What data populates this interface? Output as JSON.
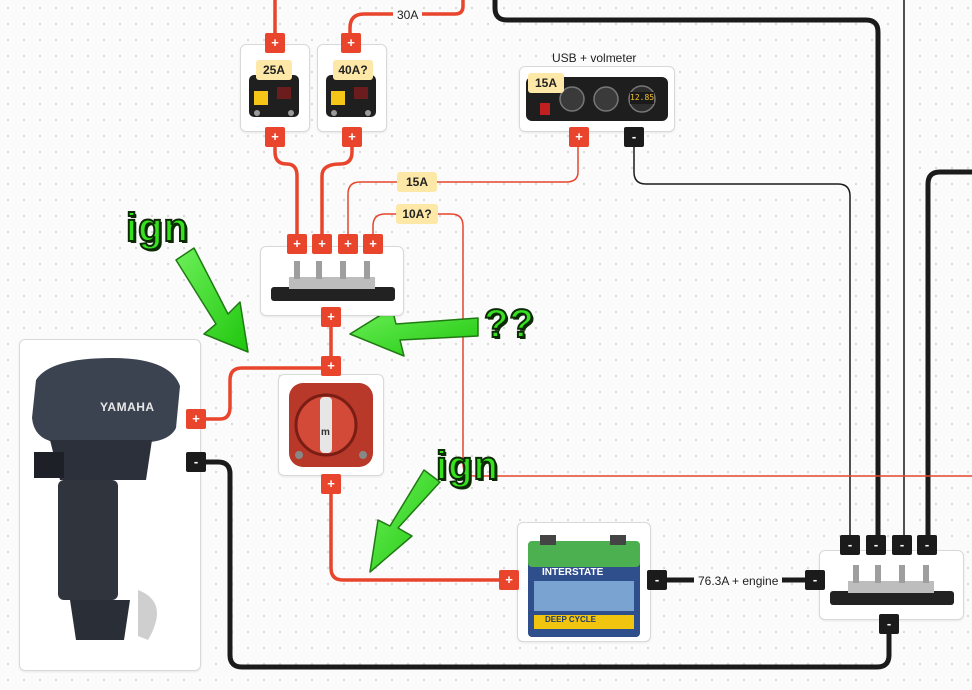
{
  "colors": {
    "positive": "#e8452c",
    "negative": "#1b1b1b",
    "tag": "#fde8a8",
    "annotation": "#36e21e"
  },
  "labels": {
    "usb_title": "USB + volmeter",
    "breaker_25": "25A",
    "breaker_40": "40A?",
    "usb_fuse": "15A",
    "wire_30": "30A",
    "wire_15": "15A",
    "wire_10": "10A?",
    "load_wire": "76.3A + engine"
  },
  "devices": {
    "engine_brand": "YAMAHA",
    "battery_brand": "INTERSTATE",
    "battery_type": "DEEP CYCLE",
    "usb_display": "12.85",
    "switch_mark": "m"
  },
  "terminal_symbols": {
    "pos": "+",
    "neg": "-"
  },
  "annotations": {
    "ign_top": "ign",
    "ign_bottom": "ign",
    "question": "??"
  },
  "icons": [
    "arrow-annotation-icon",
    "breaker-icon",
    "bus-bar-icon",
    "battery-switch-icon",
    "battery-icon",
    "outboard-engine-icon",
    "usb-panel-icon"
  ]
}
